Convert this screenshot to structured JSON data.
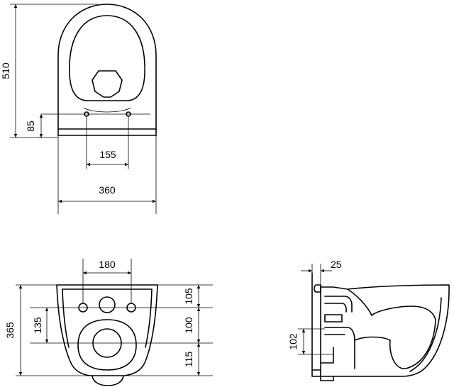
{
  "drawing": {
    "top_view": {
      "height_label": "510",
      "edge_offset_label": "85",
      "bolt_spacing_label": "155",
      "width_label": "360"
    },
    "front_view": {
      "bolt_spacing_label": "180",
      "total_height_label": "365",
      "inlet_offset_label": "135",
      "upper_label": "105",
      "middle_label": "100",
      "lower_label": "115"
    },
    "side_view": {
      "wall_gap_label": "25",
      "outlet_height_label": "102"
    }
  }
}
